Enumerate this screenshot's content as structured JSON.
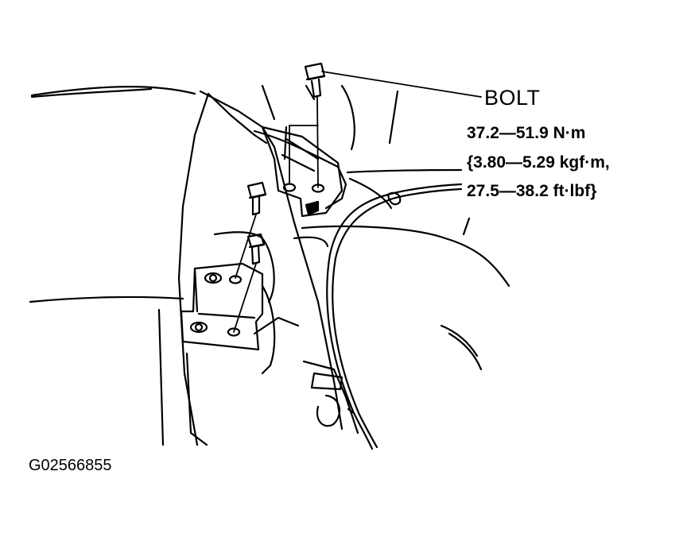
{
  "callout": {
    "label": "BOLT",
    "torque_nm": "37.2—51.9 N·m",
    "torque_kgfm": "{3.80—5.29 kgf·m,",
    "torque_ftlbf": "27.5—38.2 ft·lbf}"
  },
  "figure_code": "G02566855",
  "colors": {
    "line": "#000000",
    "background": "#ffffff"
  }
}
